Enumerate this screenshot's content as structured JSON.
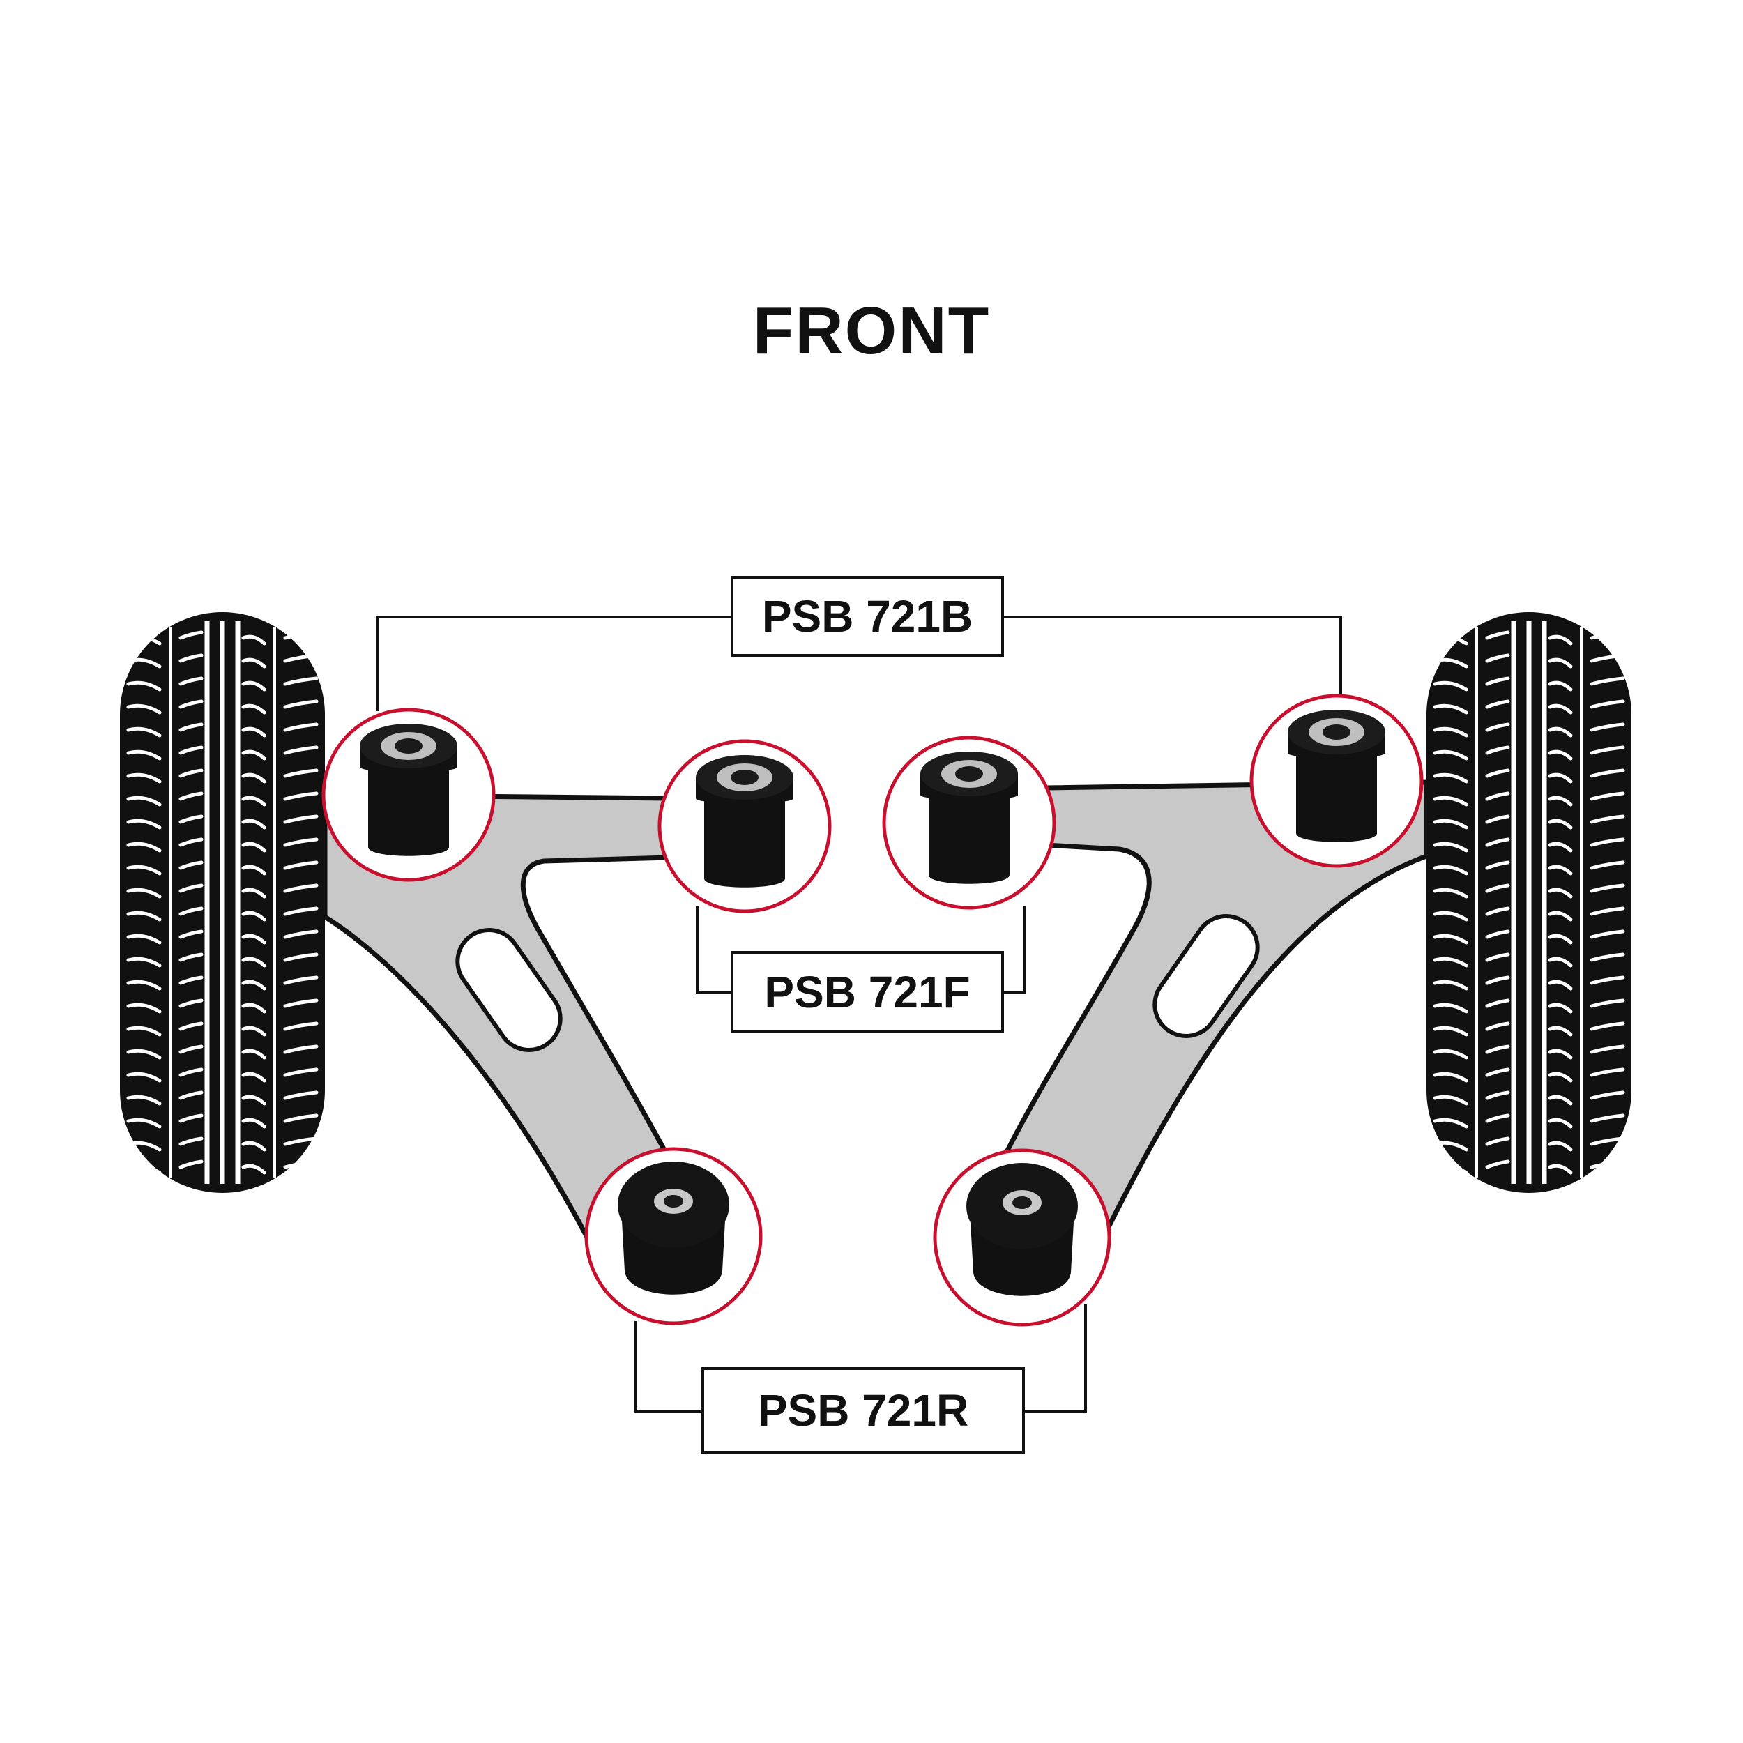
{
  "heading": "FRONT",
  "labels": {
    "back": "PSB 721B",
    "front": "PSB 721F",
    "rear": "PSB 721R"
  },
  "colors": {
    "arm_fill": "#c8c8c8",
    "outline": "#111111",
    "tyre": "#111111",
    "tread": "#ffffff",
    "highlight_circle": "#c8102e",
    "bush_body": "#111111",
    "bush_sleeve": "#bfbfbf"
  },
  "icons": [
    "tyre-icon",
    "control-arm-icon",
    "bush-icon"
  ]
}
